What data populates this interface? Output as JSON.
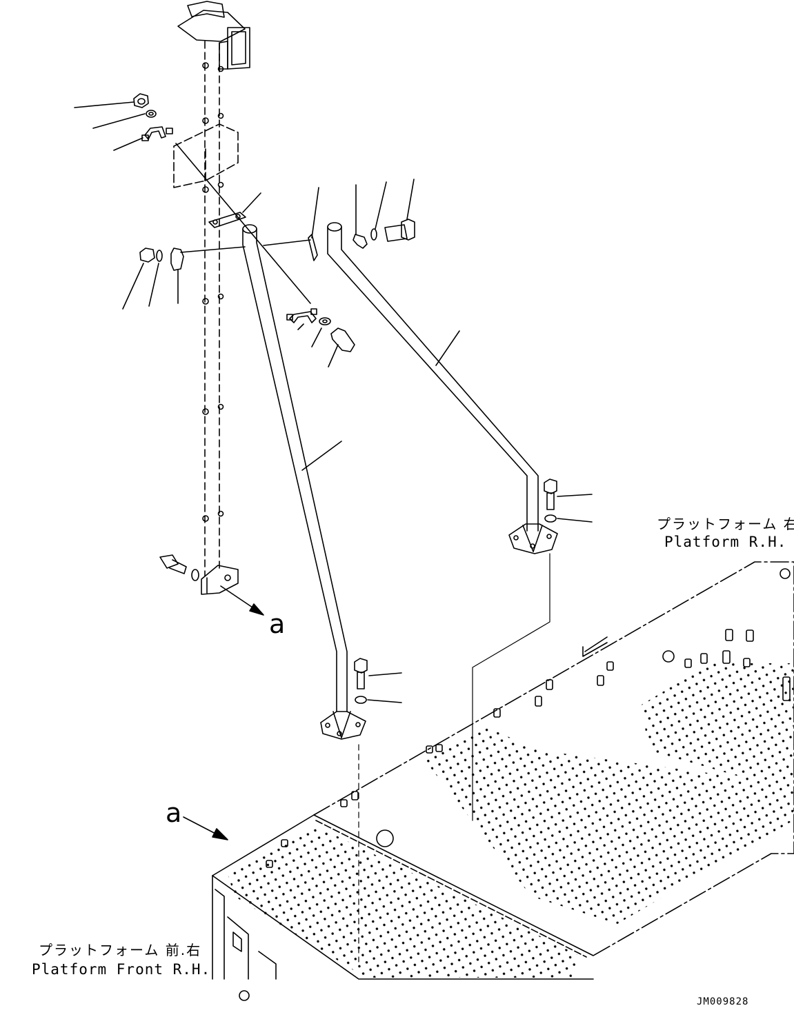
{
  "labels": {
    "platform_rh_jp": "プラットフォーム 右",
    "platform_rh_en": "Platform R.H.",
    "platform_front_rh_jp": "プラットフォーム 前.右",
    "platform_front_rh_en": "Platform Front R.H.",
    "view_marker_a_top": "a",
    "view_marker_a_bottom": "a",
    "drawing_code": "JM009828"
  }
}
